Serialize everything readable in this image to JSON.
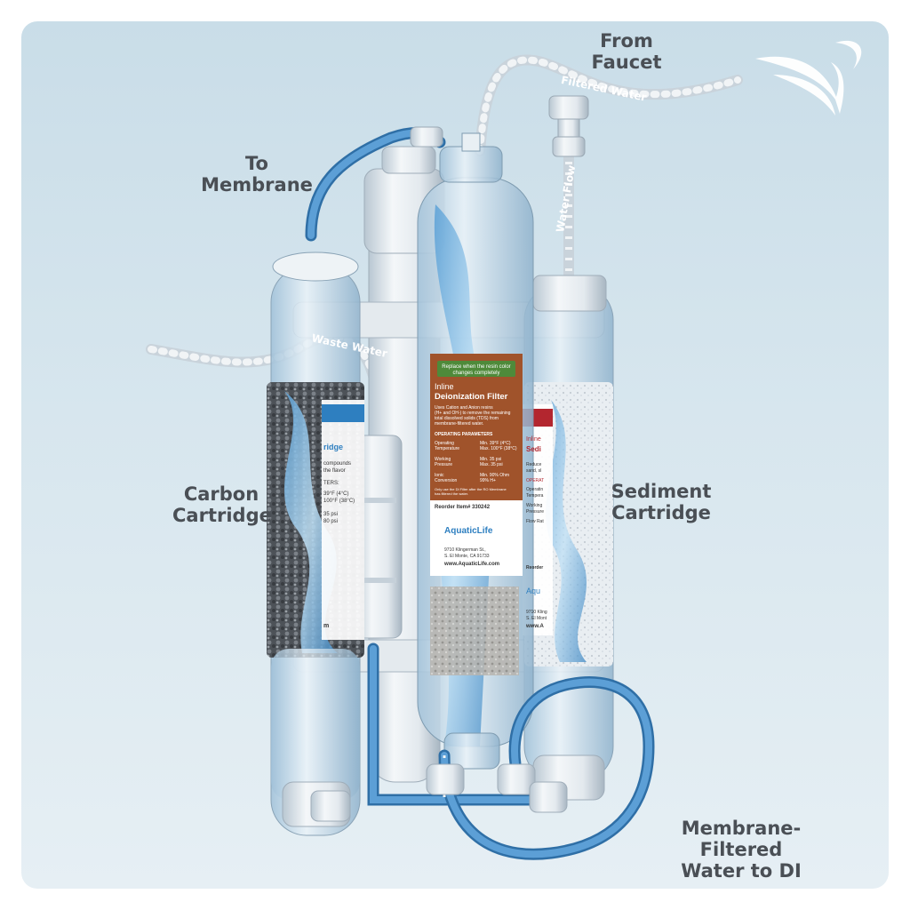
{
  "callouts": {
    "from_faucet": [
      "From",
      "Faucet"
    ],
    "to_membrane": "To Membrane",
    "carbon": [
      "Carbon",
      "Cartridge"
    ],
    "sediment": [
      "Sediment",
      "Cartridge"
    ],
    "membrane_filtered": [
      "Membrane-Filtered",
      "Water to DI"
    ]
  },
  "tube_labels": {
    "filtered_water": "Filtered Water",
    "water_flow": "Water Flow",
    "waste_water": "Waste Water"
  },
  "di_cartridge": {
    "banner": [
      "Replace when the resin color",
      "changes completely"
    ],
    "title_small": "Inline",
    "title_big": "Deionization Filter",
    "description": [
      "Uses Cation and Anion resins",
      "(H+ and OH-) to remove the remaining",
      "total dissolved solids (TDS) from",
      "membrane-filtered water."
    ],
    "params_header": "OPERATING PARAMETERS",
    "params": [
      {
        "name": [
          "Operating",
          "Temperature"
        ],
        "value": [
          "Min. 39°F (4°C)",
          "Max. 100°F (38°C)"
        ]
      },
      {
        "name": [
          "Working",
          "Pressure"
        ],
        "value": [
          "Min. 35 psi",
          "Max. 35 psi"
        ]
      },
      {
        "name": [
          "Ionic",
          "Conversion"
        ],
        "value": [
          "Min. 90% Ohm",
          "99% H+"
        ]
      }
    ],
    "note": [
      "Only use the DI Filter after the RO Membrane",
      "has filtered the water."
    ],
    "reorder": "Reorder Item# 330242",
    "brand": "AquaticLife",
    "address": [
      "9710 Klingerman St.,",
      "S. El Monte, CA 91733"
    ],
    "website": "www.AquaticLife.com"
  },
  "carbon_cartridge": {
    "title_part": "ridge",
    "lines": [
      "compounds",
      "the flavor",
      "TERS:",
      "39°F (4°C)",
      "100°F (38°C)",
      "35 psi",
      "80 psi"
    ],
    "footer": "m"
  },
  "sediment_cartridge": {
    "title_small": "Inline",
    "title_part": "Sedi",
    "lines": [
      "Reduce",
      "sand, sl",
      "OPERAT",
      "Operatin",
      "Tempera",
      "Working",
      "Pressure",
      "Flow Rat"
    ],
    "reorder": "Reorder",
    "brand": "Aqu",
    "address": [
      "9710 Kling",
      "S. El Mont"
    ],
    "website": "www.A"
  },
  "colors": {
    "blue_tube": "#3e86c4",
    "white_tube": "#e8edf1",
    "label_brown": "#a0532b",
    "label_blue": "#2e7fc0",
    "label_red": "#b3262f",
    "callout_text": "#4a4f55"
  }
}
